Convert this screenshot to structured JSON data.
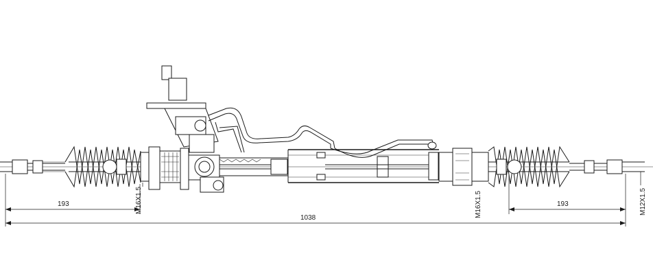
{
  "dimensions": {
    "left_tie_rod_length": "193",
    "right_tie_rod_length": "193",
    "overall_length": "1038",
    "left_thread": "M16X1.5",
    "right_thread": "M16X1.5",
    "end_thread": "M12X1.5"
  },
  "colors": {
    "line": "#1a1a1a",
    "background": "#ffffff"
  }
}
